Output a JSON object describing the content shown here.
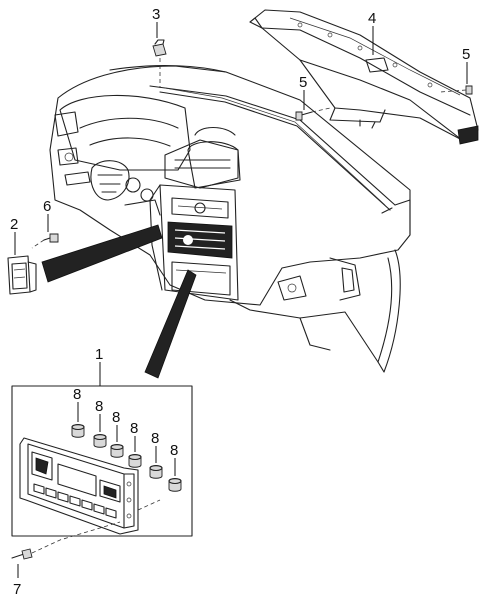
{
  "diagram": {
    "callouts": [
      {
        "id": "1",
        "text": "1"
      },
      {
        "id": "2",
        "text": "2"
      },
      {
        "id": "3",
        "text": "3"
      },
      {
        "id": "4",
        "text": "4"
      },
      {
        "id": "5a",
        "text": "5"
      },
      {
        "id": "5b",
        "text": "5"
      },
      {
        "id": "6",
        "text": "6"
      },
      {
        "id": "7",
        "text": "7"
      },
      {
        "id": "8a",
        "text": "8"
      },
      {
        "id": "8b",
        "text": "8"
      },
      {
        "id": "8c",
        "text": "8"
      },
      {
        "id": "8d",
        "text": "8"
      },
      {
        "id": "8e",
        "text": "8"
      },
      {
        "id": "8f",
        "text": "8"
      }
    ],
    "colors": {
      "line": "#222222",
      "fill": "#ffffff",
      "shade": "#d9d9d9"
    }
  }
}
